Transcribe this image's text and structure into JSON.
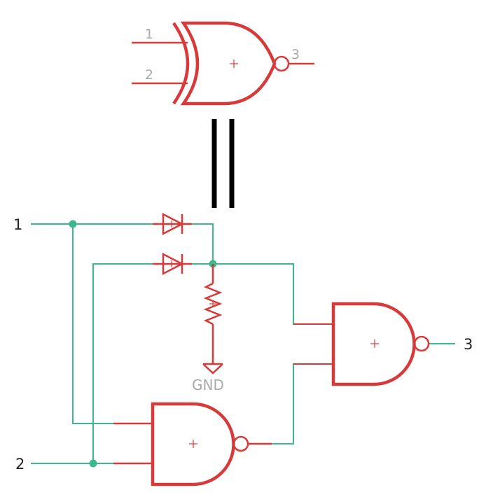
{
  "diagram": {
    "colors": {
      "part": "#d83a3a",
      "wire": "#3cb88c",
      "junction": "#3cb88c",
      "equals": "#000000",
      "pin_label": "#a9a9a9",
      "terminal_label": "#222222",
      "origin_cross": "#d83a3a"
    },
    "xnor_symbol": {
      "pin_labels": [
        "1",
        "2",
        "3"
      ]
    },
    "equivalence_mark": {
      "symbol": "equals"
    },
    "circuit": {
      "input_labels": [
        "1",
        "2"
      ],
      "output_label": "3",
      "ground_label": "GND",
      "components": [
        "diode",
        "diode",
        "resistor",
        "nand-gate",
        "nand-gate",
        "ground"
      ]
    }
  }
}
